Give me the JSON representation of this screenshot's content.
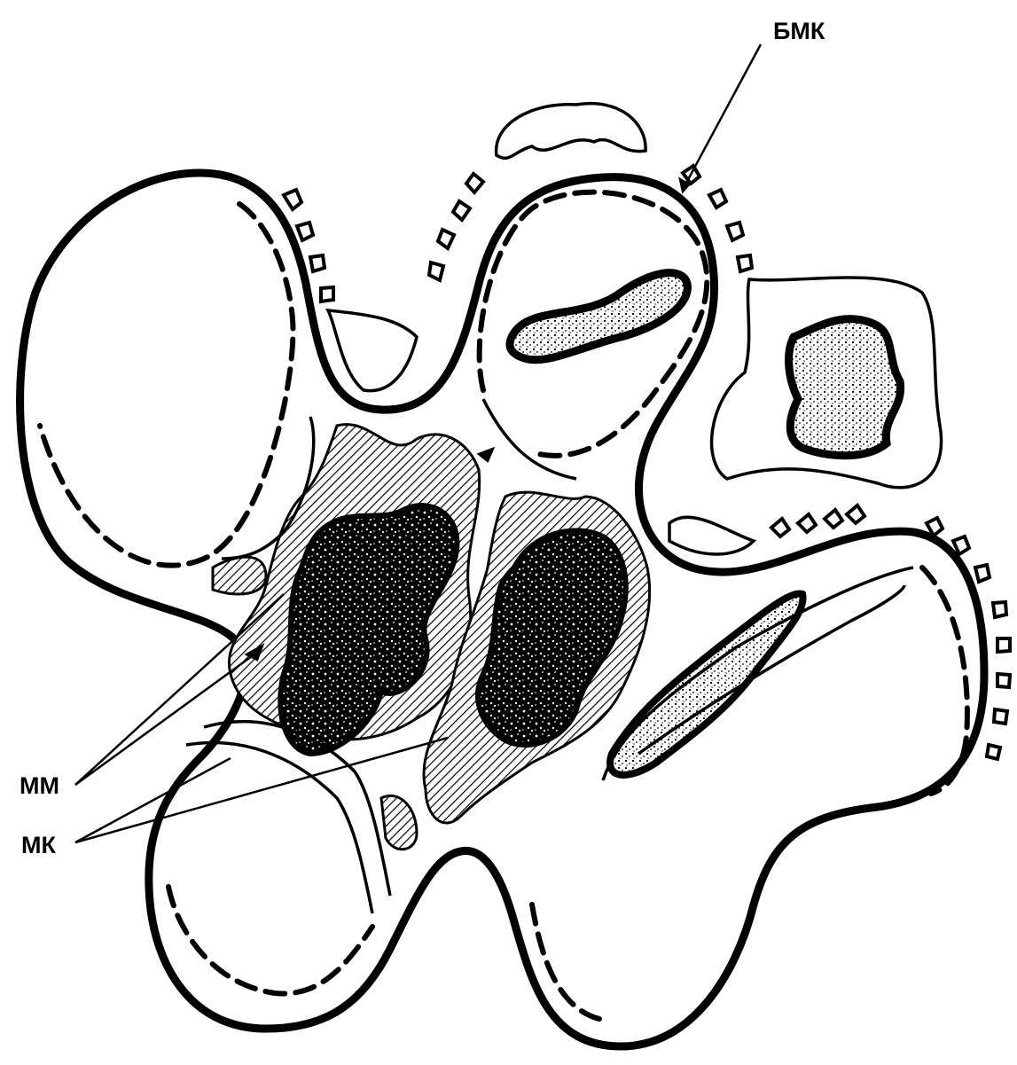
{
  "labels": {
    "bmk": "БМК",
    "mm": "ММ",
    "mk": "МК"
  },
  "colors": {
    "ink": "#000000",
    "paper": "#ffffff"
  }
}
